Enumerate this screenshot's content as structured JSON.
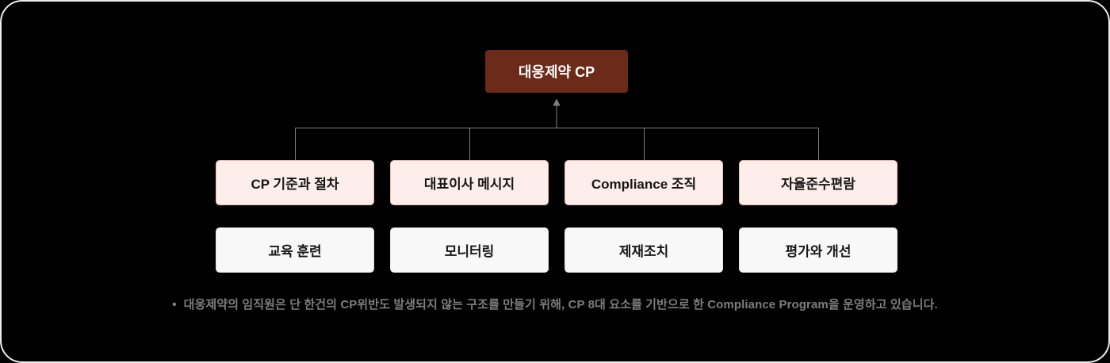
{
  "panel": {
    "background_color": "#000000",
    "outline_color": "#ededed"
  },
  "diagram": {
    "root": {
      "label": "대웅제약 CP",
      "bg_color": "#6c2a18",
      "text_color": "#ffffff"
    },
    "elements_row1": [
      {
        "label": "CP 기준과 절차"
      },
      {
        "label": "대표이사 메시지"
      },
      {
        "label": "Compliance 조직"
      },
      {
        "label": "자율준수편람"
      }
    ],
    "elements_row2": [
      {
        "label": "교육 훈련"
      },
      {
        "label": "모니터링"
      },
      {
        "label": "제재조치"
      },
      {
        "label": "평가와 개선"
      }
    ],
    "row1_style": {
      "bg_color": "#fdeeeb",
      "border_color": "#f4b8ac"
    },
    "row2_style": {
      "bg_color": "#f8f8f8",
      "border_color": "#e2e2e2"
    },
    "connector_color": "#7f7f7f"
  },
  "note": {
    "bullet": "•",
    "text": "대웅제약의 임직원은 단 한건의 CP위반도 발생되지 않는 구조를 만들기 위해, CP 8대 요소를 기반으로 한 Compliance Program을 운영하고 있습니다.",
    "text_color": "#7d7d7d"
  }
}
